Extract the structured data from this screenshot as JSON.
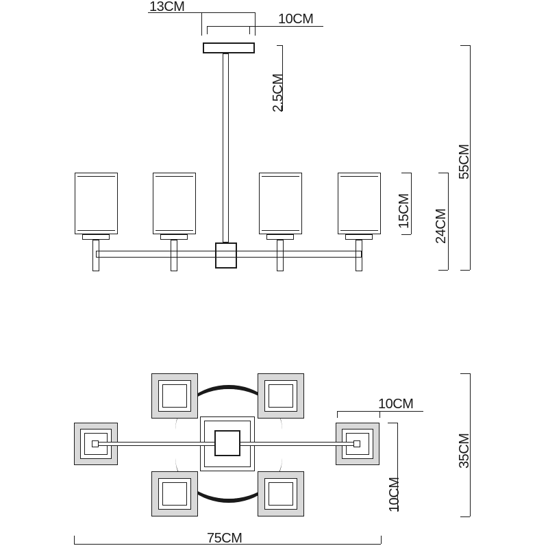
{
  "dimensions": {
    "canopy_width": "13CM",
    "canopy_base": "10CM",
    "canopy_height": "2.5CM",
    "total_height": "55CM",
    "shade_height": "15CM",
    "arm_height": "24CM",
    "shade_width": "10CM",
    "total_depth": "35CM",
    "plate_height": "10CM",
    "total_width": "75CM"
  },
  "colors": {
    "line": "#1a1a1a",
    "shade": "#d9d9d9",
    "background": "#ffffff"
  }
}
